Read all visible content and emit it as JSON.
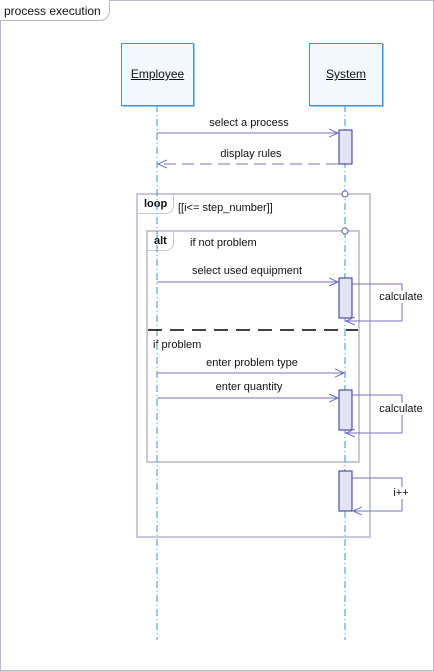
{
  "frame": {
    "title": "process execution"
  },
  "lifelines": {
    "employee": "Employee",
    "system": "System"
  },
  "messages": {
    "select_process": "select a process",
    "display_rules": "display rules",
    "select_equipment": "select used equipment",
    "calculate_1": "calculate",
    "enter_problem_type": "enter problem type",
    "enter_quantity": "enter quantity",
    "calculate_2": "calculate",
    "increment": "i++"
  },
  "fragments": {
    "loop": {
      "operator": "loop",
      "guard": "[[i<= step_number]]"
    },
    "alt": {
      "operator": "alt",
      "guard_1": "if not problem",
      "guard_2": "if problem"
    }
  },
  "colors": {
    "lifeline_border": "#3a93ce",
    "lifeline_fill": "#f1f9fe",
    "activation_fill": "#e4e4f5",
    "activation_border": "#30308a",
    "message_line": "#7070c0",
    "fragment_border": "#c8c8dc"
  }
}
